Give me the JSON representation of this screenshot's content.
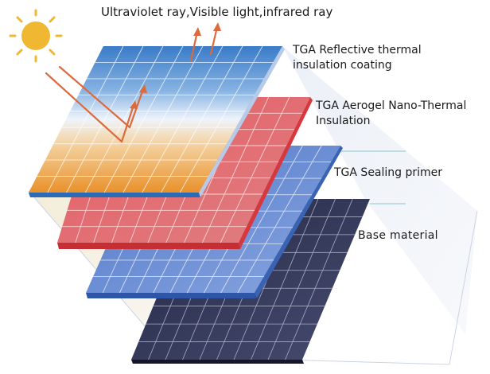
{
  "diagram": {
    "rays_label": "Ultraviolet ray,Visible light,infrared ray",
    "layers": [
      {
        "line1": "TGA Reflective thermal",
        "line2": "insulation coating"
      },
      {
        "line1": "TGA Aerogel Nano-Thermal",
        "line2": "Insulation"
      },
      {
        "line1": "TGA Sealing primer"
      },
      {
        "line1": "Base material"
      }
    ],
    "colors": {
      "sun": "#efb732",
      "arrow": "#dd6a3c",
      "top_layer_blue": "#3d7fc9",
      "top_layer_orange": "#e9962f",
      "red_layer": "#e26d72",
      "blue_layer": "#6d90d6",
      "base_layer": "#34385c"
    }
  }
}
